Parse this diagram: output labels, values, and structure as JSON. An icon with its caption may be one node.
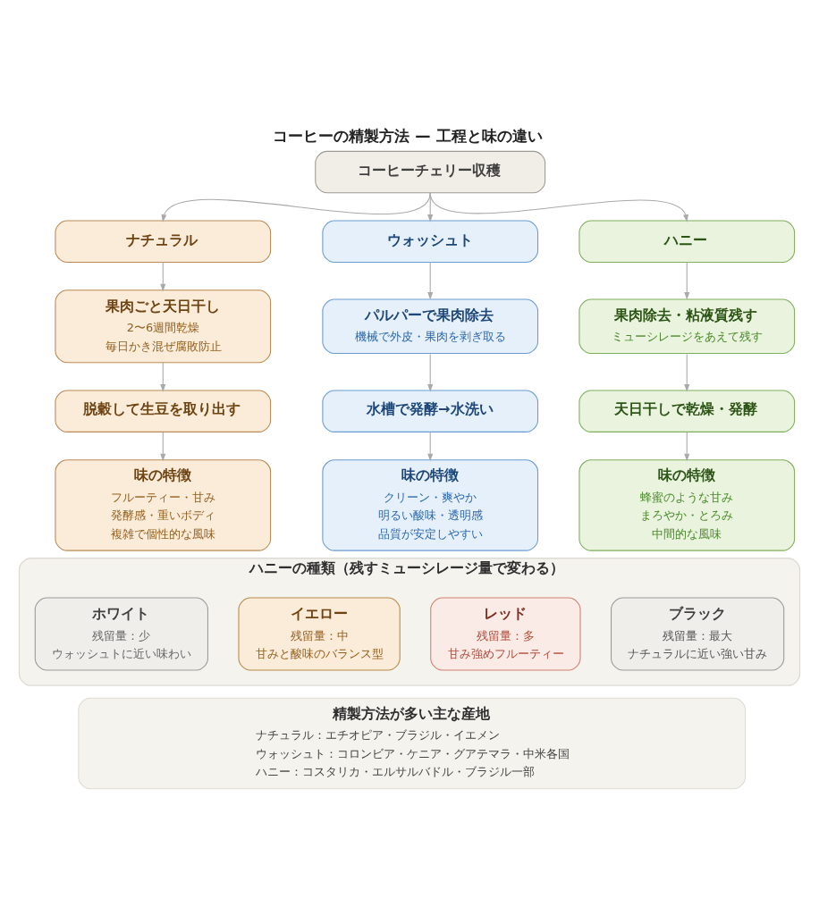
{
  "diagram": {
    "title": "コーヒーの精製方法 — 工程と味の違い",
    "nodes": [
      {
        "text": [
          "コーヒーチェリー収穫"
        ]
      },
      {
        "text": [
          "ナチュラル"
        ]
      },
      {
        "text": [
          "ウォッシュト"
        ]
      },
      {
        "text": [
          "ハニー"
        ]
      },
      {
        "text": [
          "果肉ごと天日干し",
          "2〜6週間乾燥",
          "毎日かき混ぜ腐敗防止"
        ]
      },
      {
        "text": [
          "パルパーで果肉除去",
          "機械で外皮・果肉を剥ぎ取る"
        ]
      },
      {
        "text": [
          "果肉除去・粘液質残す",
          "ミューシレージをあえて残す"
        ]
      },
      {
        "text": [
          "脱穀して生豆を取り出す"
        ]
      },
      {
        "text": [
          "水槽で発酵→水洗い"
        ]
      },
      {
        "text": [
          "天日干しで乾燥・発酵"
        ]
      },
      {
        "text": [
          "味の特徴",
          "フルーティー・甘み",
          "発酵感・重いボディ",
          "複雑で個性的な風味"
        ]
      },
      {
        "text": [
          "味の特徴",
          "クリーン・爽やか",
          "明るい酸味・透明感",
          "品質が安定しやすい"
        ]
      },
      {
        "text": [
          "味の特徴",
          "蜂蜜のような甘み",
          "まろやか・とろみ",
          "中間的な風味"
        ]
      },
      {
        "text": [
          "ハニーの種類（残すミューシレージ量で変わる）"
        ]
      },
      {
        "text": [
          "ホワイト",
          "残留量：少",
          "ウォッシュトに近い味わい"
        ],
        "in": 13
      },
      {
        "text": [
          "イエロー",
          "残留量：中",
          "甘みと酸味のバランス型"
        ],
        "in": 13
      },
      {
        "text": [
          "レッド",
          "残留量：多",
          "甘み強めフルーティー"
        ],
        "in": 13
      },
      {
        "text": [
          "ブラック",
          "残留量：最大",
          "ナチュラルに近い強い甘み"
        ],
        "in": 13
      },
      {
        "text": [
          "精製方法が多い主な産地",
          "ナチュラル：エチオピア・ブラジル・イエメン",
          "ウォッシュト：コロンビア・ケニア・グアテマラ・中米各国",
          "ハニー：コスタリカ・エルサルバドル・ブラジル一部"
        ]
      }
    ],
    "edges": [
      {
        "from": 0,
        "to": 1,
        "arrow": "to"
      },
      {
        "from": 0,
        "to": 2,
        "arrow": "to"
      },
      {
        "from": 0,
        "to": 3,
        "arrow": "to"
      },
      {
        "from": 1,
        "to": 4,
        "arrow": "to"
      },
      {
        "from": 4,
        "to": 7,
        "arrow": "to"
      },
      {
        "from": 7,
        "to": 10,
        "arrow": "to"
      },
      {
        "from": 2,
        "to": 5,
        "arrow": "to"
      },
      {
        "from": 5,
        "to": 8,
        "arrow": "to"
      },
      {
        "from": 8,
        "to": 11,
        "arrow": "to"
      },
      {
        "from": 3,
        "to": 6,
        "arrow": "to"
      },
      {
        "from": 6,
        "to": 9,
        "arrow": "to"
      },
      {
        "from": 9,
        "to": 12,
        "arrow": "to"
      }
    ]
  }
}
